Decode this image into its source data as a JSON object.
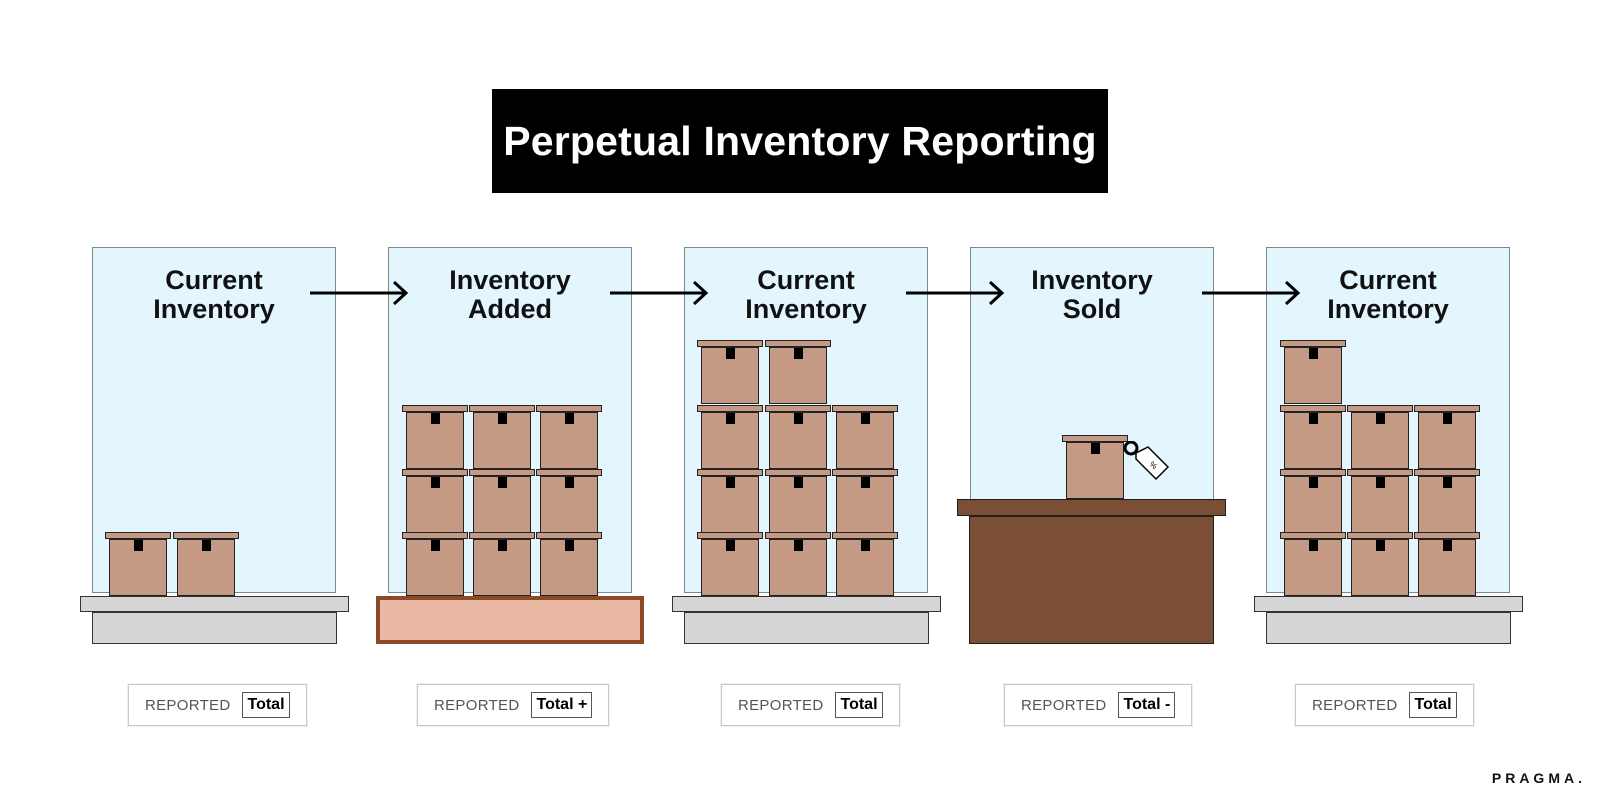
{
  "title": "Perpetual Inventory Reporting",
  "stages": [
    {
      "title_line1": "Current",
      "title_line2": "Inventory",
      "report_label": "REPORTED",
      "report_value": "Total",
      "box_count": 2
    },
    {
      "title_line1": "Inventory",
      "title_line2": "Added",
      "report_label": "REPORTED",
      "report_value": "Total +",
      "box_count": 9
    },
    {
      "title_line1": "Current",
      "title_line2": "Inventory",
      "report_label": "REPORTED",
      "report_value": "Total",
      "box_count": 11
    },
    {
      "title_line1": "Inventory",
      "title_line2": "Sold",
      "report_label": "REPORTED",
      "report_value": "Total -",
      "box_count": 1
    },
    {
      "title_line1": "Current",
      "title_line2": "Inventory",
      "report_label": "REPORTED",
      "report_value": "Total",
      "box_count": 10
    }
  ],
  "brand": "PRAGMA.",
  "colors": {
    "panel": "#e3f6fd",
    "box": "#c49a84",
    "pallet": "#e9b9a3",
    "counter": "#7b4f36"
  }
}
